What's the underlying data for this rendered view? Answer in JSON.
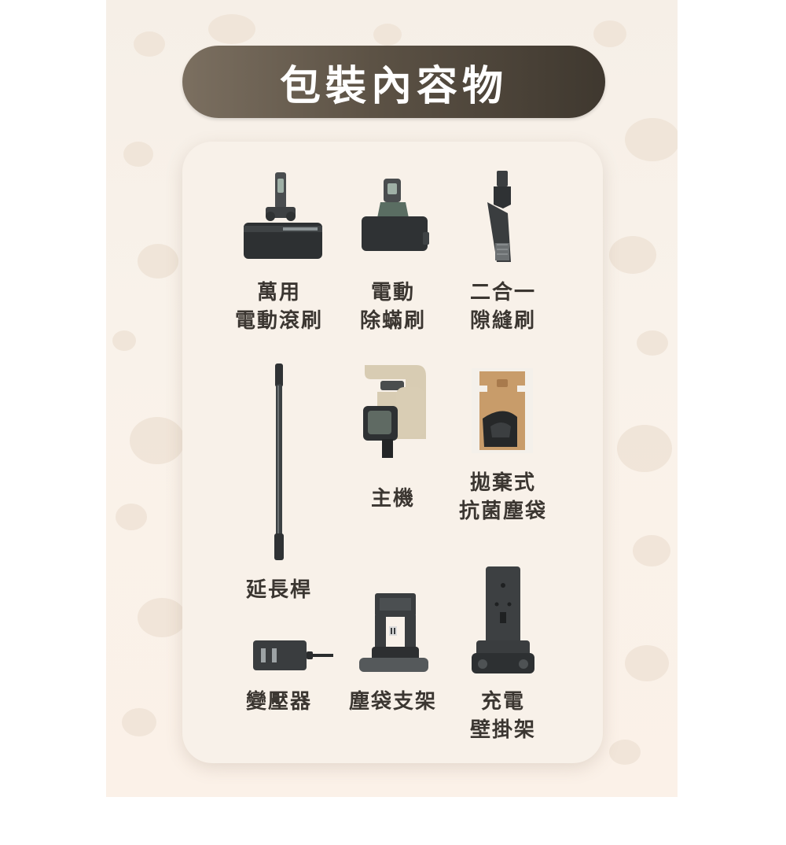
{
  "header": {
    "title": "包裝內容物"
  },
  "items": [
    {
      "id": "floor-brush",
      "lines": [
        "萬用",
        "電動滾刷"
      ],
      "icon": "motorized-floor-brush-icon"
    },
    {
      "id": "mite-brush",
      "lines": [
        "電動",
        "除蟎刷"
      ],
      "icon": "mini-motorized-brush-icon"
    },
    {
      "id": "crevice-tool",
      "lines": [
        "二合一",
        "隙縫刷"
      ],
      "icon": "crevice-tool-icon"
    },
    {
      "id": "main-unit",
      "lines": [
        "主機"
      ],
      "icon": "vacuum-main-unit-icon"
    },
    {
      "id": "dust-bag",
      "lines": [
        "拋棄式",
        "抗菌塵袋"
      ],
      "icon": "dust-bag-icon"
    },
    {
      "id": "extension-wand",
      "lines": [
        "延長桿"
      ],
      "icon": "extension-wand-icon"
    },
    {
      "id": "adapter",
      "lines": [
        "變壓器"
      ],
      "icon": "power-adapter-icon"
    },
    {
      "id": "bag-holder",
      "lines": [
        "塵袋支架"
      ],
      "icon": "dust-bag-holder-icon"
    },
    {
      "id": "wall-mount",
      "lines": [
        "充電",
        "壁掛架"
      ],
      "icon": "charging-wall-mount-icon"
    }
  ],
  "colors": {
    "banner_dark": "#3f382f",
    "banner_light": "#7b6f60",
    "card": "#f8f1e9",
    "product_dark": "#3a3d3e",
    "product_champagne": "#d9cdb4",
    "bag_brown": "#c49a6c"
  }
}
